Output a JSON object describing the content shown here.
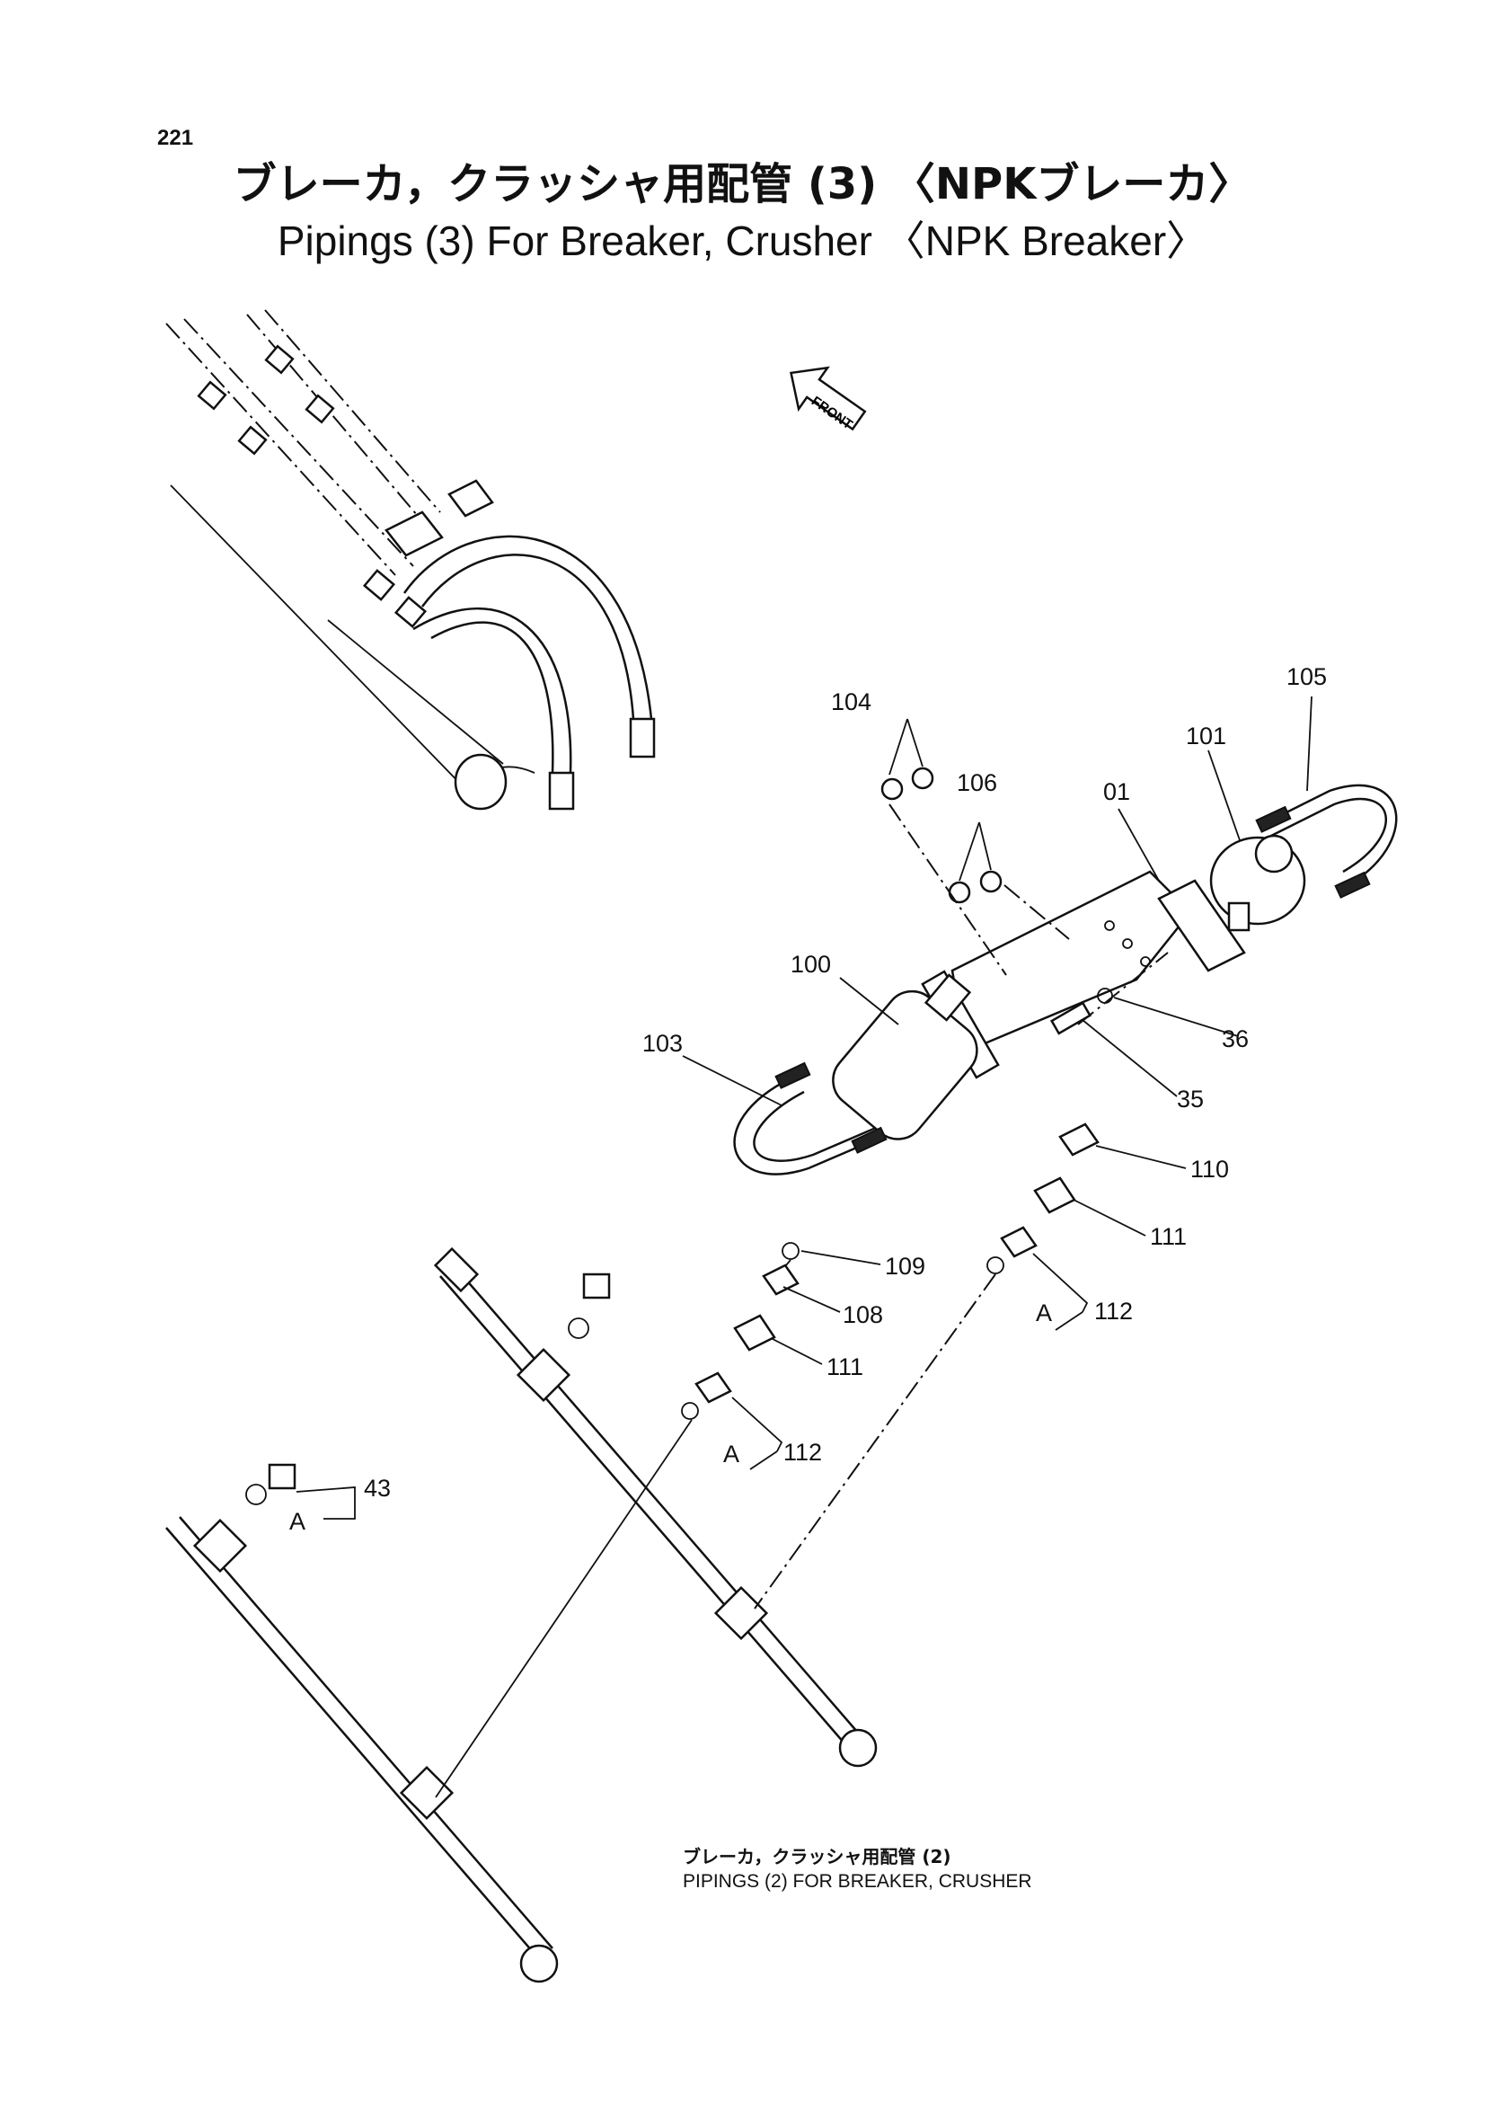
{
  "page_number": "221",
  "title": {
    "ja": "ブレーカ，クラッシャ用配管 (3) 〈NPKブレーカ〉",
    "en": "Pipings (3) For Breaker, Crusher 〈NPK Breaker〉"
  },
  "front_label": "FRONT",
  "callouts": {
    "c01": "01",
    "c35": "35",
    "c36": "36",
    "c43": "43",
    "c100": "100",
    "c101": "101",
    "c103": "103",
    "c104": "104",
    "c105": "105",
    "c106": "106",
    "c108": "108",
    "c109": "109",
    "c110": "110",
    "c111a": "111",
    "c111b": "111",
    "c112a": "112",
    "c112b": "112",
    "a1": "A",
    "a2": "A",
    "a3": "A"
  },
  "reference_note": {
    "ja": "ブレーカ，クラッシャ用配管 (2)",
    "en": "PIPINGS (2) FOR  BREAKER, CRUSHER"
  }
}
